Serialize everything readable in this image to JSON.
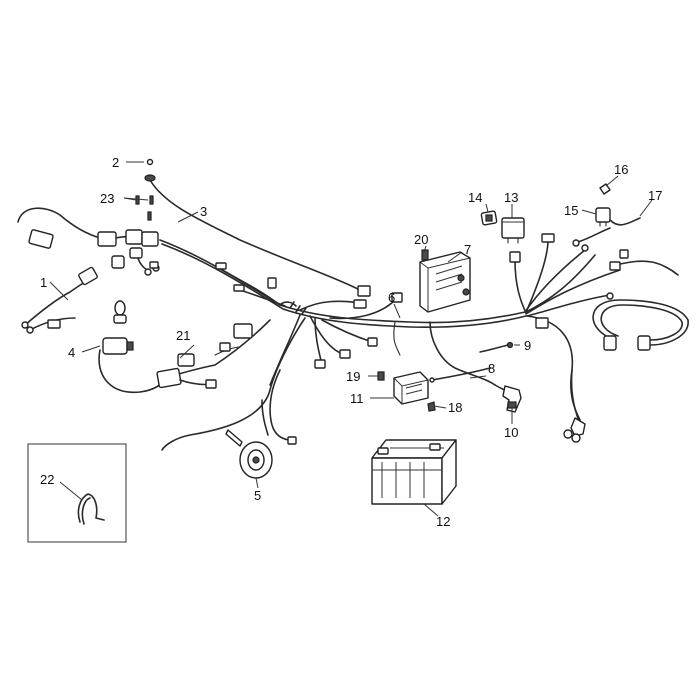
{
  "callouts": {
    "c1": "1",
    "c2": "2",
    "c3": "3",
    "c4": "4",
    "c5": "5",
    "c6": "6",
    "c7": "7",
    "c8": "8",
    "c9": "9",
    "c10": "10",
    "c11": "11",
    "c12": "12",
    "c13": "13",
    "c14": "14",
    "c15": "15",
    "c16": "16",
    "c17": "17",
    "c18": "18",
    "c19": "19",
    "c20": "20",
    "c21": "21",
    "c22": "22",
    "c23": "23"
  },
  "colors": {
    "line": "#2a2a2a",
    "background": "#ffffff"
  }
}
